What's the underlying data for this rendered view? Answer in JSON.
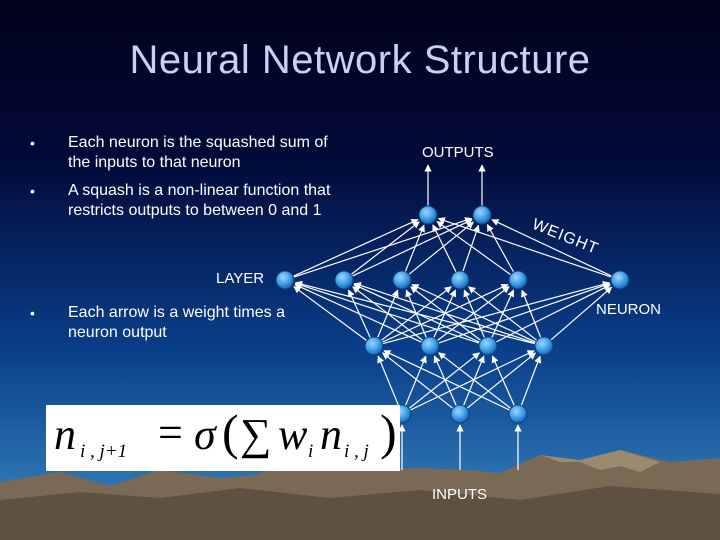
{
  "title": "Neural Network Structure",
  "bullets": [
    "Each neuron is the squashed sum of the inputs to that neuron",
    "A squash is a non-linear function that restricts outputs to between 0 and 1",
    "Each arrow is a weight times a neuron output"
  ],
  "bullet_symbol": "•",
  "labels": {
    "outputs": "OUTPUTS",
    "weight": "WEIGHT",
    "layer": "LAYER",
    "neuron": "NEURON",
    "inputs": "INPUTS"
  },
  "formula": {
    "lhs_base": "n",
    "lhs_sub": "i , j+1",
    "equals": "=",
    "sigma": "σ",
    "open": "(",
    "sum": "∑",
    "w": "w",
    "w_sub": "i",
    "n": "n",
    "n_sub": "i , j",
    "close": ")"
  },
  "network": {
    "layers": [
      3,
      4,
      6,
      2
    ],
    "node_color": "#3b9fe8"
  }
}
